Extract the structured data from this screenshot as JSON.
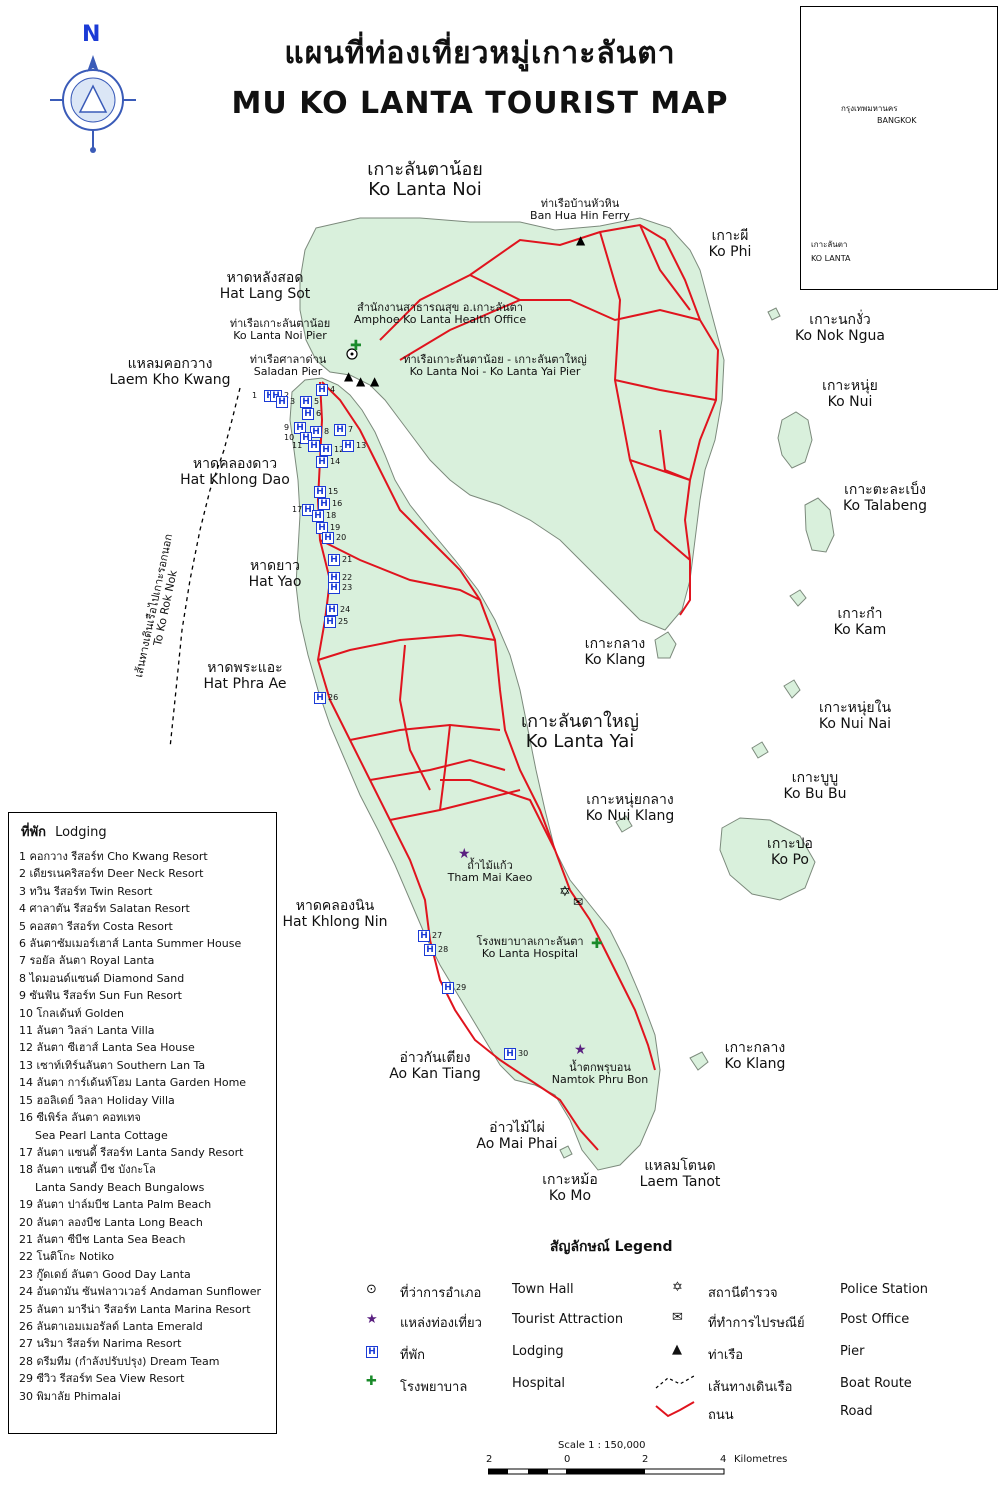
{
  "title": {
    "thai": "แผนที่ท่องเที่ยวหมู่เกาะลันตา",
    "english": "MU KO LANTA TOURIST MAP"
  },
  "compass_letter": "N",
  "inset": {
    "capital_thai": "กรุงเทพมหานคร",
    "capital_en": "BANGKOK",
    "lanta_thai": "เกาะลันตา",
    "lanta_en": "KO LANTA"
  },
  "places": {
    "ko_lanta_noi": {
      "th": "เกาะลันตาน้อย",
      "en": "Ko Lanta Noi"
    },
    "ban_hua_hin": {
      "th": "ท่าเรือบ้านหัวหิน",
      "en": "Ban Hua Hin Ferry"
    },
    "ko_phi": {
      "th": "เกาะผี",
      "en": "Ko Phi"
    },
    "hat_lang_sot": {
      "th": "หาดหลังสอด",
      "en": "Hat Lang Sot"
    },
    "health_office": {
      "th": "สำนักงานสาธารณสุข อ.เกาะลันตา",
      "en": "Amphoe Ko Lanta Health Office"
    },
    "lanta_noi_pier": {
      "th": "ท่าเรือเกาะลันตาน้อย",
      "en": "Ko Lanta Noi Pier"
    },
    "ko_nok_ngua": {
      "th": "เกาะนกงั่ว",
      "en": "Ko Nok Ngua"
    },
    "laem_kho_kwang": {
      "th": "แหลมคอกวาง",
      "en": "Laem Kho Kwang"
    },
    "saladan_pier": {
      "th": "ท่าเรือศาลาด่าน",
      "en": "Saladan Pier"
    },
    "noi_yai_pier": {
      "th": "ท่าเรือเกาะลันตาน้อย - เกาะลันตาใหญ่",
      "en": "Ko Lanta Noi - Ko Lanta Yai Pier"
    },
    "ko_nui": {
      "th": "เกาะหนุ่ย",
      "en": "Ko Nui"
    },
    "hat_khlong_dao": {
      "th": "หาดคลองดาว",
      "en": "Hat Khlong Dao"
    },
    "ko_talabeng": {
      "th": "เกาะตะละเบ็ง",
      "en": "Ko Talabeng"
    },
    "rok_nok_route": {
      "th": "เส้นทางเดินเรือไปเกาะรอกนอก",
      "en": "To Ko Rok Nok"
    },
    "hat_yao": {
      "th": "หาดยาว",
      "en": "Hat Yao"
    },
    "ko_kam": {
      "th": "เกาะกำ",
      "en": "Ko Kam"
    },
    "ko_klang_n": {
      "th": "เกาะกลาง",
      "en": "Ko Klang"
    },
    "hat_phra_ae": {
      "th": "หาดพระแอะ",
      "en": "Hat Phra Ae"
    },
    "ko_nui_nai": {
      "th": "เกาะหนุ่ยใน",
      "en": "Ko Nui Nai"
    },
    "ko_lanta_yai": {
      "th": "เกาะลันตาใหญ่",
      "en": "Ko Lanta Yai"
    },
    "ko_bu_bu": {
      "th": "เกาะบูบู",
      "en": "Ko Bu Bu"
    },
    "ko_nui_klang": {
      "th": "เกาะหนุ่ยกลาง",
      "en": "Ko Nui Klang"
    },
    "ko_po": {
      "th": "เกาะปอ",
      "en": "Ko Po"
    },
    "tham_mai_kaeo": {
      "th": "ถ้ำไม้แก้ว",
      "en": "Tham Mai Kaeo"
    },
    "hat_khlong_nin": {
      "th": "หาดคลองนิน",
      "en": "Hat Khlong Nin"
    },
    "hospital": {
      "th": "โรงพยาบาลเกาะลันตา",
      "en": "Ko Lanta Hospital"
    },
    "ko_klang_s": {
      "th": "เกาะกลาง",
      "en": "Ko Klang"
    },
    "ao_kan_tiang": {
      "th": "อ่าวกันเตียง",
      "en": "Ao Kan Tiang"
    },
    "namtok": {
      "th": "น้ำตกพรุบอน",
      "en": "Namtok Phru Bon"
    },
    "ao_mai_phai": {
      "th": "อ่าวไม้ไผ่",
      "en": "Ao Mai Phai"
    },
    "laem_tanot": {
      "th": "แหลมโตนด",
      "en": "Laem Tanot"
    },
    "ko_mo": {
      "th": "เกาะหม้อ",
      "en": "Ko Mo"
    }
  },
  "lodging": {
    "title_th": "ที่พัก",
    "title_en": "Lodging",
    "items": [
      "1 คอกวาง รีสอร์ท Cho Kwang Resort",
      "2 เดียรเนคริสอร์ท Deer Neck Resort",
      "3 ทวิน รีสอร์ท Twin Resort",
      "4 ศาลาตัน รีสอร์ท Salatan Resort",
      "5 คอสตา รีสอร์ท Costa Resort",
      "6 ลันตาซัมเมอร์เฮาส์ Lanta Summer House",
      "7 รอยัล ลันตา Royal Lanta",
      "8 ไดมอนด์แซนด์ Diamond Sand",
      "9 ซันฟัน รีสอร์ท Sun Fun Resort",
      "10 โกลเด้นท์ Golden",
      "11 ลันตา วิลล่า Lanta Villa",
      "12 ลันตา ซีเฮาส์ Lanta Sea House",
      "13 เซาท์เทิร์นลันตา Southern Lan Ta",
      "14 ลันตา การ์เด้นท์โฮม Lanta Garden Home",
      "15 ฮอลิเดย์ วิลลา Holiday Villa",
      "16 ซีเพิร์ล ลันตา คอทเทจ",
      "Sea Pearl Lanta Cottage",
      "17 ลันตา แซนดี้ รีสอร์ท Lanta Sandy Resort",
      "18 ลันตา แซนดี้ บีช บังกะโล",
      "Lanta Sandy Beach Bungalows",
      "19 ลันตา ปาล์มบีช Lanta Palm Beach",
      "20 ลันตา ลองบีช Lanta Long Beach",
      "21 ลันตา ซีบีช Lanta Sea Beach",
      "22 โนติโกะ Notiko",
      "23 กู๊ดเดย์ ลันตา Good Day Lanta",
      "24 อันดามัน ซันฟลาวเวอร์ Andaman Sunflower",
      "25 ลันตา มารีน่า รีสอร์ท Lanta Marina Resort",
      "26 ลันตาเอมเมอรัลด์ Lanta Emerald",
      "27 นริมา รีสอร์ท Narima Resort",
      "28 ดรีมทีม (กำลังปรับปรุง) Dream Team",
      "29 ซีวิว รีสอร์ท Sea View Resort",
      "30 พิมาลัย Phimalai"
    ]
  },
  "legend": {
    "title_th": "สัญลักษณ์",
    "title_en": "Legend",
    "town_hall_th": "ที่ว่าการอำเภอ",
    "town_hall_en": "Town Hall",
    "tourist_th": "แหล่งท่องเที่ยว",
    "tourist_en": "Tourist Attraction",
    "lodging_th": "ที่พัก",
    "lodging_en": "Lodging",
    "hospital_th": "โรงพยาบาล",
    "hospital_en": "Hospital",
    "police_th": "สถานีตำรวจ",
    "police_en": "Police Station",
    "post_th": "ที่ทำการไปรษณีย์",
    "post_en": "Post Office",
    "pier_th": "ท่าเรือ",
    "pier_en": "Pier",
    "boat_th": "เส้นทางเดินเรือ",
    "boat_en": "Boat Route",
    "road_th": "ถนน",
    "road_en": "Road"
  },
  "scale": {
    "label": "Scale  1 : 150,000",
    "t0": "2",
    "t1": "0",
    "t2": "2",
    "t3": "4",
    "unit": "Kilometres"
  },
  "colors": {
    "land": "#d9f0dc",
    "road": "#e0141e",
    "lodging": "#1b3bd6",
    "attraction": "#5a2080",
    "hospital": "#1a8a2a"
  }
}
